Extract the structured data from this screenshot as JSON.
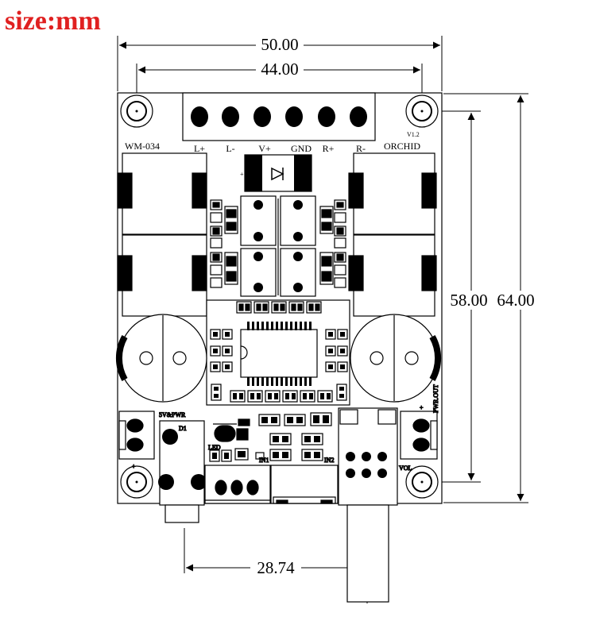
{
  "title": {
    "text": "size:mm",
    "color": "#e02020"
  },
  "dimensions": {
    "total_width": "50.00",
    "hole_spacing_width": "44.00",
    "hole_spacing_height": "58.00",
    "total_height": "64.00",
    "jack_to_pot": "28.74"
  },
  "silkscreen": {
    "model": "WM-034",
    "brand": "ORCHID",
    "version": "V1.2",
    "terminals": [
      "L+",
      "L-",
      "V+",
      "GND",
      "R+",
      "R-"
    ],
    "plus_sign": "+",
    "power_label": "5V&PWR",
    "d1": "D1",
    "led": "LED",
    "in1": "IN1",
    "in2": "IN2",
    "vol": "VOL",
    "pwr_out": "PWR.OUT"
  }
}
